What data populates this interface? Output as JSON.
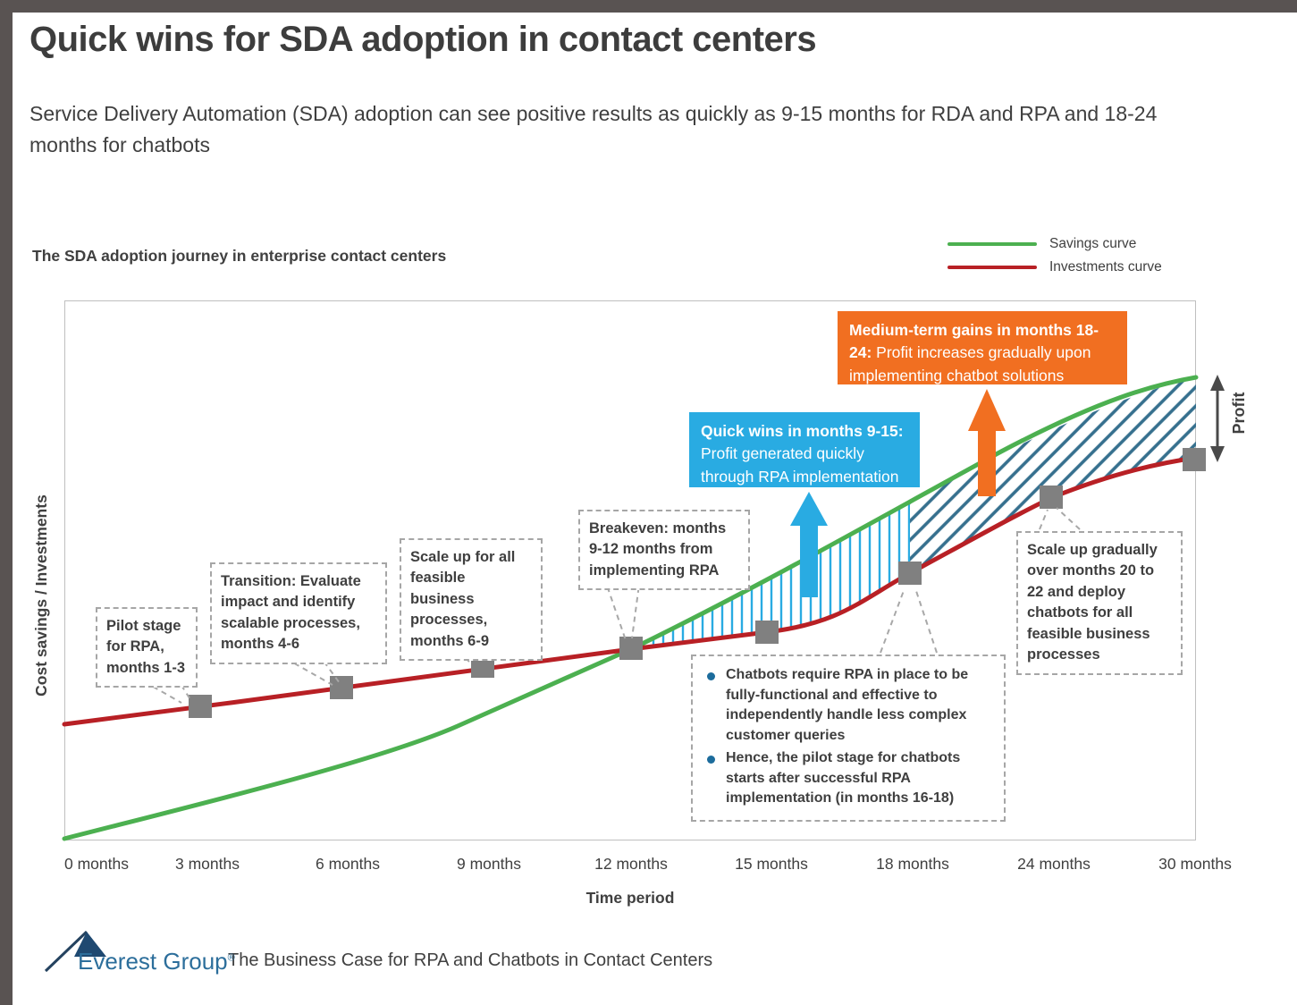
{
  "frame": {
    "accent_color": "#595352"
  },
  "header": {
    "title": "Quick wins for SDA adoption in contact centers",
    "subtitle": "Service Delivery Automation (SDA) adoption can see positive results as quickly as 9-15 months for RDA and RPA and 18-24 months for chatbots"
  },
  "chart": {
    "section_title": "The SDA adoption journey in enterprise contact centers",
    "y_axis_label": "Cost savings / Investments",
    "x_axis_label": "Time period",
    "profit_label": "Profit",
    "x_ticks": [
      "0 months",
      "3 months",
      "6 months",
      "9 months",
      "12 months",
      "15 months",
      "18 months",
      "24 months",
      "30 months"
    ],
    "legend": [
      {
        "label": "Savings curve",
        "color": "#4CB050"
      },
      {
        "label": "Investments curve",
        "color": "#B82025"
      }
    ]
  },
  "callouts": {
    "pilot": "Pilot stage for RPA, months 1-3",
    "transition": "Transition: Evaluate impact and identify scalable processes, months 4-6",
    "scale_up": "Scale up for all feasible business processes, months 6-9",
    "breakeven": "Breakeven: months 9-12 months from implementing RPA",
    "quick_wins": {
      "title": "Quick wins in months 9-15:",
      "body": "Profit generated quickly through RPA implementation",
      "color": "#29ABE2"
    },
    "medium_term": {
      "title": "Medium-term gains in months 18-24:",
      "body": "Profit increases gradually upon implementing chatbot solutions",
      "color": "#F16F21"
    },
    "chatbot_notes": [
      "Chatbots require RPA in place to be fully-functional and effective to independently handle less complex customer queries",
      "Hence, the pilot stage for chatbots starts after successful RPA implementation (in months 16-18)"
    ],
    "scale_up_chatbots": "Scale up gradually over months 20 to 22 and deploy chatbots for all feasible business processes"
  },
  "footer": {
    "logo_text": "Everest Group",
    "registered": "®",
    "caption": "The Business Case for RPA and Chatbots in Contact Centers"
  },
  "chart_data": {
    "type": "line",
    "title": "The SDA adoption journey in enterprise contact centers",
    "xlabel": "Time period",
    "ylabel": "Cost savings / Investments",
    "x_unit": "months",
    "x": [
      0,
      3,
      6,
      9,
      12,
      15,
      18,
      24,
      30
    ],
    "series": [
      {
        "name": "Savings curve",
        "color": "#4CB050",
        "values": [
          0,
          7,
          14,
          21,
          35,
          50,
          63,
          80,
          86
        ]
      },
      {
        "name": "Investments curve",
        "color": "#B82025",
        "values": [
          22,
          25,
          28,
          32,
          35,
          39,
          50,
          64,
          71
        ]
      }
    ],
    "y_scale_note": "relative units estimated from pixels; chart shows no numeric y axis",
    "breakeven_x_months": 12,
    "marker_x_months": [
      3,
      6,
      9,
      12,
      15,
      18,
      24,
      30
    ],
    "profit_region": "hatched area between savings and investments curves from 12 to 30 months (vertical blue hatch months 12-18, diagonal steel-blue hatch months 18-30)",
    "legend_position": "top-right",
    "grid": false,
    "annotations": [
      "Pilot stage for RPA, months 1-3",
      "Transition: Evaluate impact and identify scalable processes, months 4-6",
      "Scale up for all feasible business processes, months 6-9",
      "Breakeven: months 9-12 months from implementing RPA",
      "Quick wins in months 9-15: Profit generated quickly through RPA implementation",
      "Medium-term gains in months 18-24: Profit increases gradually upon implementing chatbot solutions",
      "Chatbots require RPA in place to be fully-functional and effective to independently handle less complex customer queries",
      "Hence, the pilot stage for chatbots starts after successful RPA implementation (in months 16-18)",
      "Scale up gradually over months 20 to 22 and deploy chatbots for all feasible business processes",
      "Profit"
    ]
  }
}
